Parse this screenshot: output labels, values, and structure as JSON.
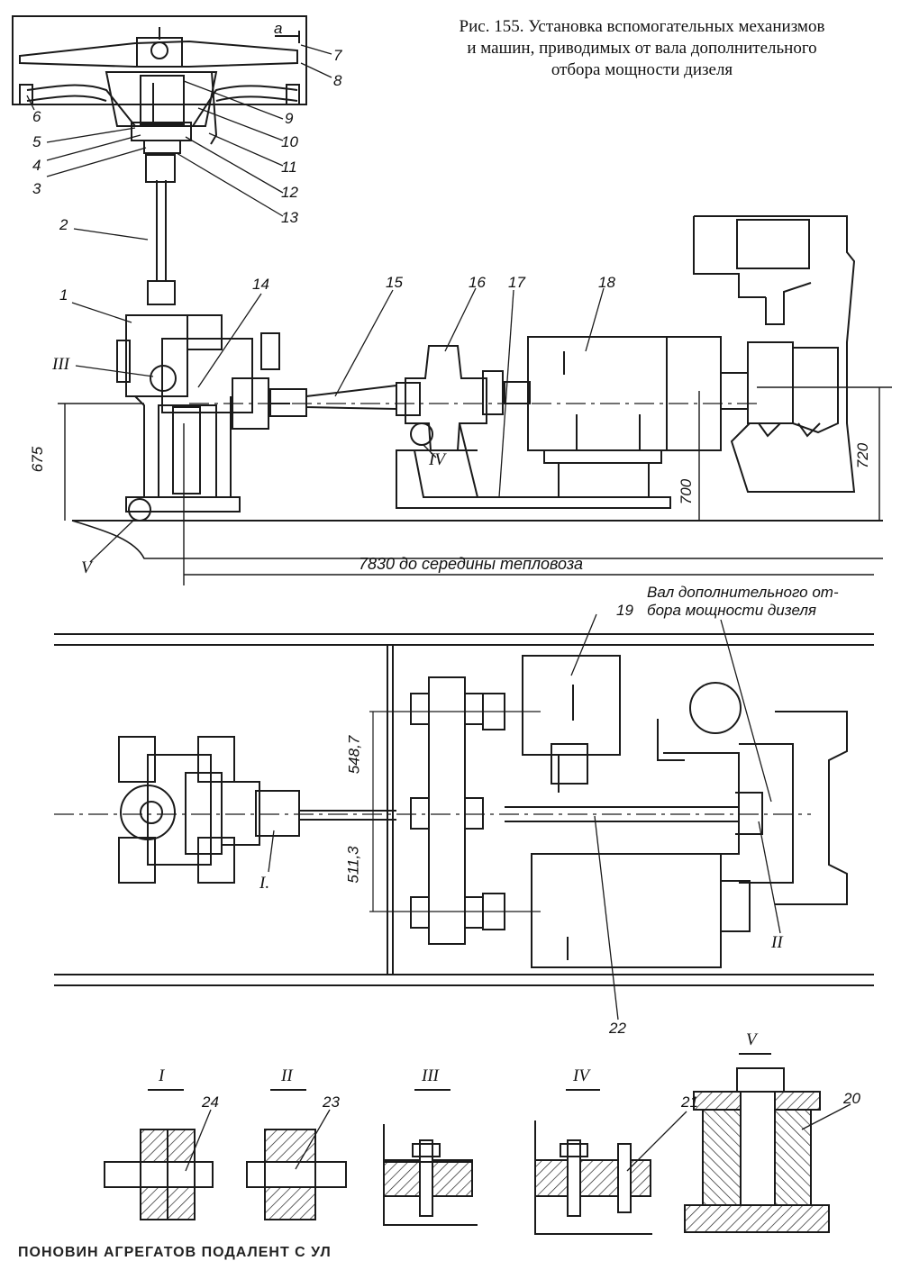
{
  "caption": {
    "line1": "Рис. 155. Установка вспомогательных механизмов",
    "line2": "и машин, приводимых от вала дополнительного",
    "line3": "отбора мощности дизеля"
  },
  "labels": {
    "a": "a",
    "n1": "1",
    "n2": "2",
    "n3": "3",
    "n4": "4",
    "n5": "5",
    "n6": "6",
    "n7": "7",
    "n8": "8",
    "n9": "9",
    "n10": "10",
    "n11": "11",
    "n12": "12",
    "n13": "13",
    "n14": "14",
    "n15": "15",
    "n16": "16",
    "n17": "17",
    "n18": "18",
    "n19": "19",
    "n20": "20",
    "n21": "21",
    "n22": "22",
    "n23": "23",
    "n24": "24",
    "III_side": "III",
    "IV_side": "IV",
    "V_side": "V",
    "I_plan": "I.",
    "II_plan": "II"
  },
  "dimensions": {
    "d675": "675",
    "d700": "700",
    "d720": "720",
    "d7830": "7830 до середины тепловоза",
    "d548": "548,7",
    "d511": "511,3"
  },
  "shaft_label": {
    "line1": "Вал дополнительного от-",
    "line2": "бора мощности дизеля"
  },
  "details": {
    "I": "I",
    "II": "II",
    "III": "III",
    "IV": "IV",
    "V": "V"
  },
  "bottom_text": "ПОНОВИН АГРЕГАТОВ ПОДАЛЕНТ С УЛ"
}
